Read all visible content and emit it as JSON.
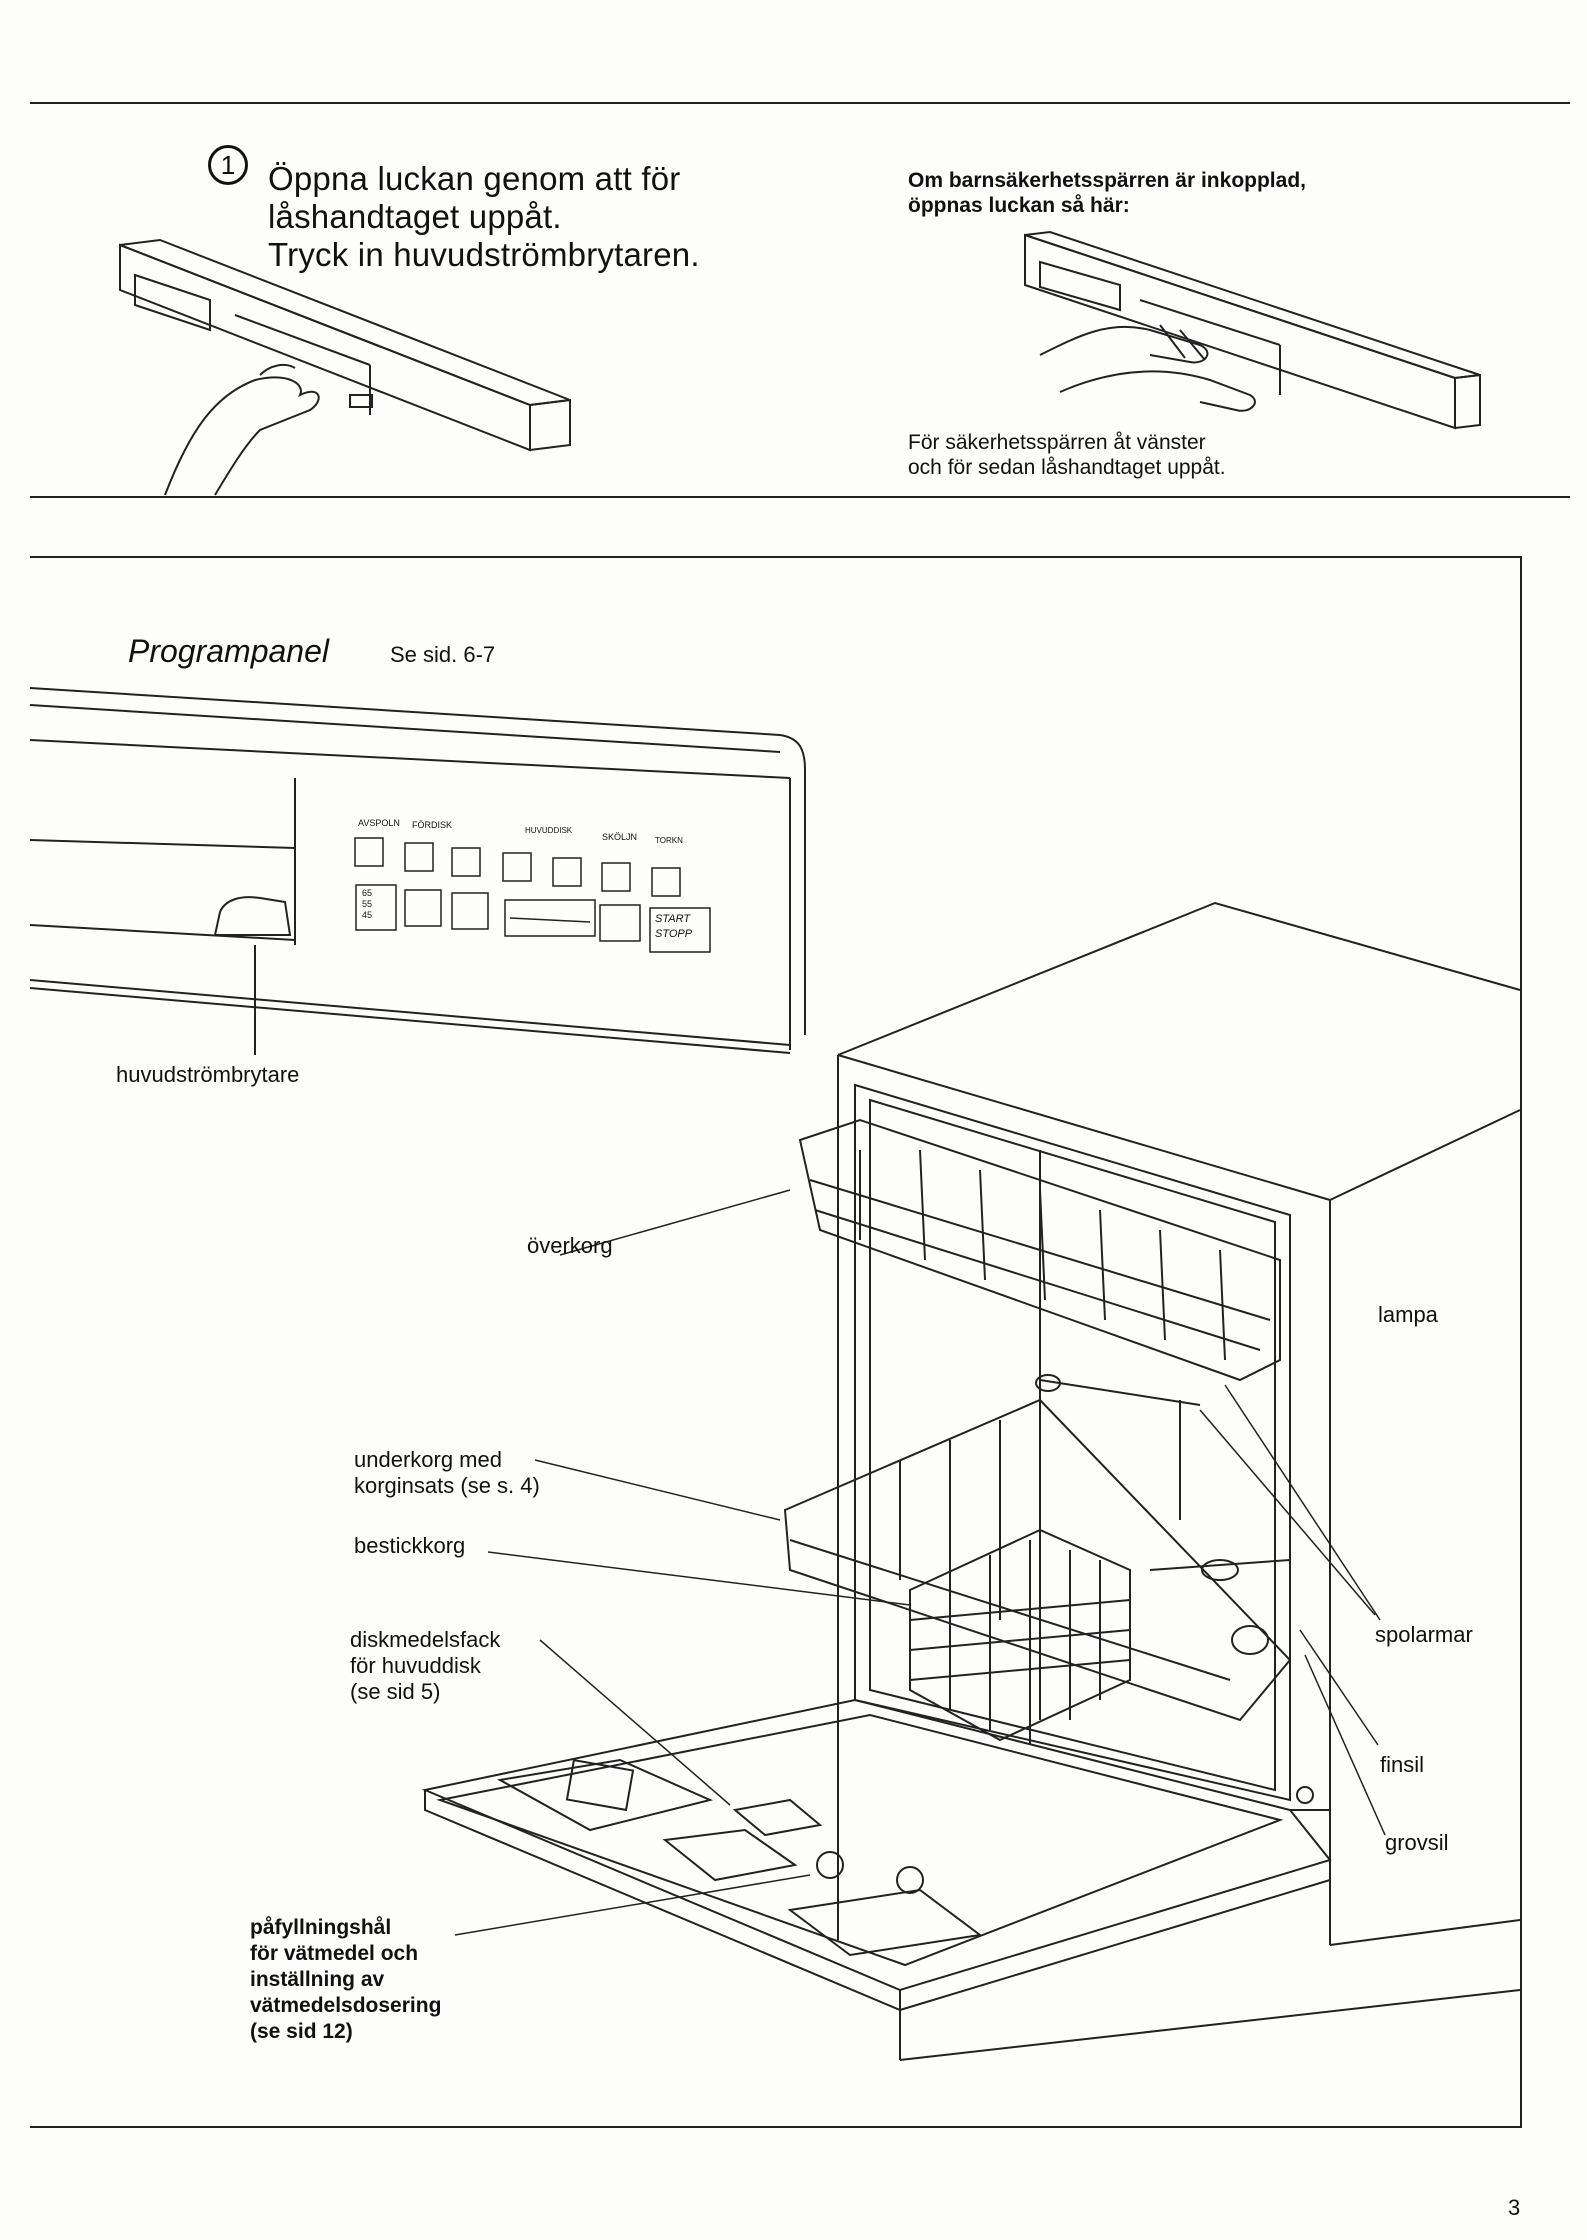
{
  "step1": {
    "number": "1",
    "line1": "Öppna luckan genom att för",
    "line2": "låshandtaget uppåt.",
    "line3": "Tryck in huvudströmbrytaren."
  },
  "child_lock": {
    "line1": "Om barnsäkerhetsspärren är inkopplad,",
    "line2": "öppnas luckan så här:",
    "caption1": "För säkerhetsspärren åt vänster",
    "caption2": "och för sedan låshandtaget uppåt."
  },
  "program_panel": {
    "title": "Programpanel",
    "ref": "Se sid. 6-7",
    "button_labels": [
      "AVSPOLN",
      "FÖRDISK",
      "HUVUDDISK",
      "SKÖLJN",
      "TORKN"
    ],
    "temps": [
      "65",
      "55",
      "45"
    ],
    "start_label": "START",
    "stop_label": "STOPP"
  },
  "labels": {
    "main_switch": "huvudströmbrytare",
    "upper_basket": "överkorg",
    "lamp": "lampa",
    "lower_basket_1": "underkorg med",
    "lower_basket_2": "korginsats (se s. 4)",
    "cutlery_basket": "bestickkorg",
    "detergent_1": "diskmedelsfack",
    "detergent_2": "för huvuddisk",
    "detergent_3": "(se sid 5)",
    "spray_arms": "spolarmar",
    "fine_filter": "finsil",
    "coarse_filter": "grovsil",
    "rinse_1": "påfyllningshål",
    "rinse_2": "för vätmedel och",
    "rinse_3": "inställning av",
    "rinse_4": "vätmedelsdosering",
    "rinse_5": "(se sid 12)"
  },
  "page_number": "3"
}
